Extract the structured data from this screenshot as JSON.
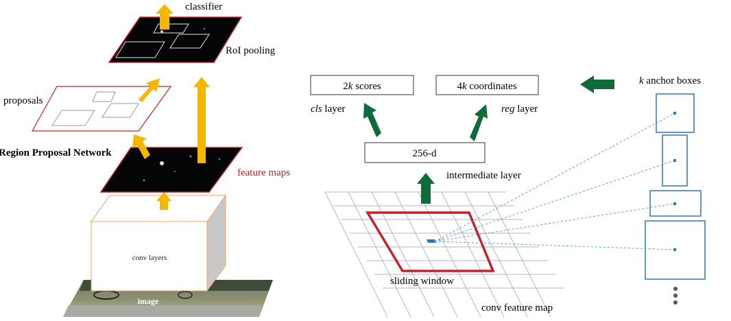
{
  "left_diagram": {
    "classifier": "classifier",
    "roi_pooling": "RoI pooling",
    "proposals": "proposals",
    "rpn": "Region Proposal Network",
    "feature_maps": "feature maps",
    "conv_layers": "conv layers",
    "image": "image"
  },
  "right_diagram": {
    "scores_num": "2",
    "scores_k": "k",
    "scores_rest": " scores",
    "coords_num": "4",
    "coords_k": "k",
    "coords_rest": " coordinates",
    "cls_italic": "cls",
    "cls_rest": " layer",
    "reg_italic": "reg",
    "reg_rest": " layer",
    "intermediate_box": "256-d",
    "intermediate_label": "intermediate layer",
    "anchor_k": "k",
    "anchor_rest": " anchor boxes",
    "sliding_window": "sliding window",
    "conv_feature_map": "conv feature map"
  },
  "colors": {
    "yellow_arrow": "#F5B800",
    "green_arrow": "#0F6B3A",
    "red_border": "#C0232B",
    "red_text": "#C0232B",
    "anchor_blue": "#2E75B6",
    "grid_gray": "#B5B5B5",
    "cube_orange": "#F0A060"
  }
}
